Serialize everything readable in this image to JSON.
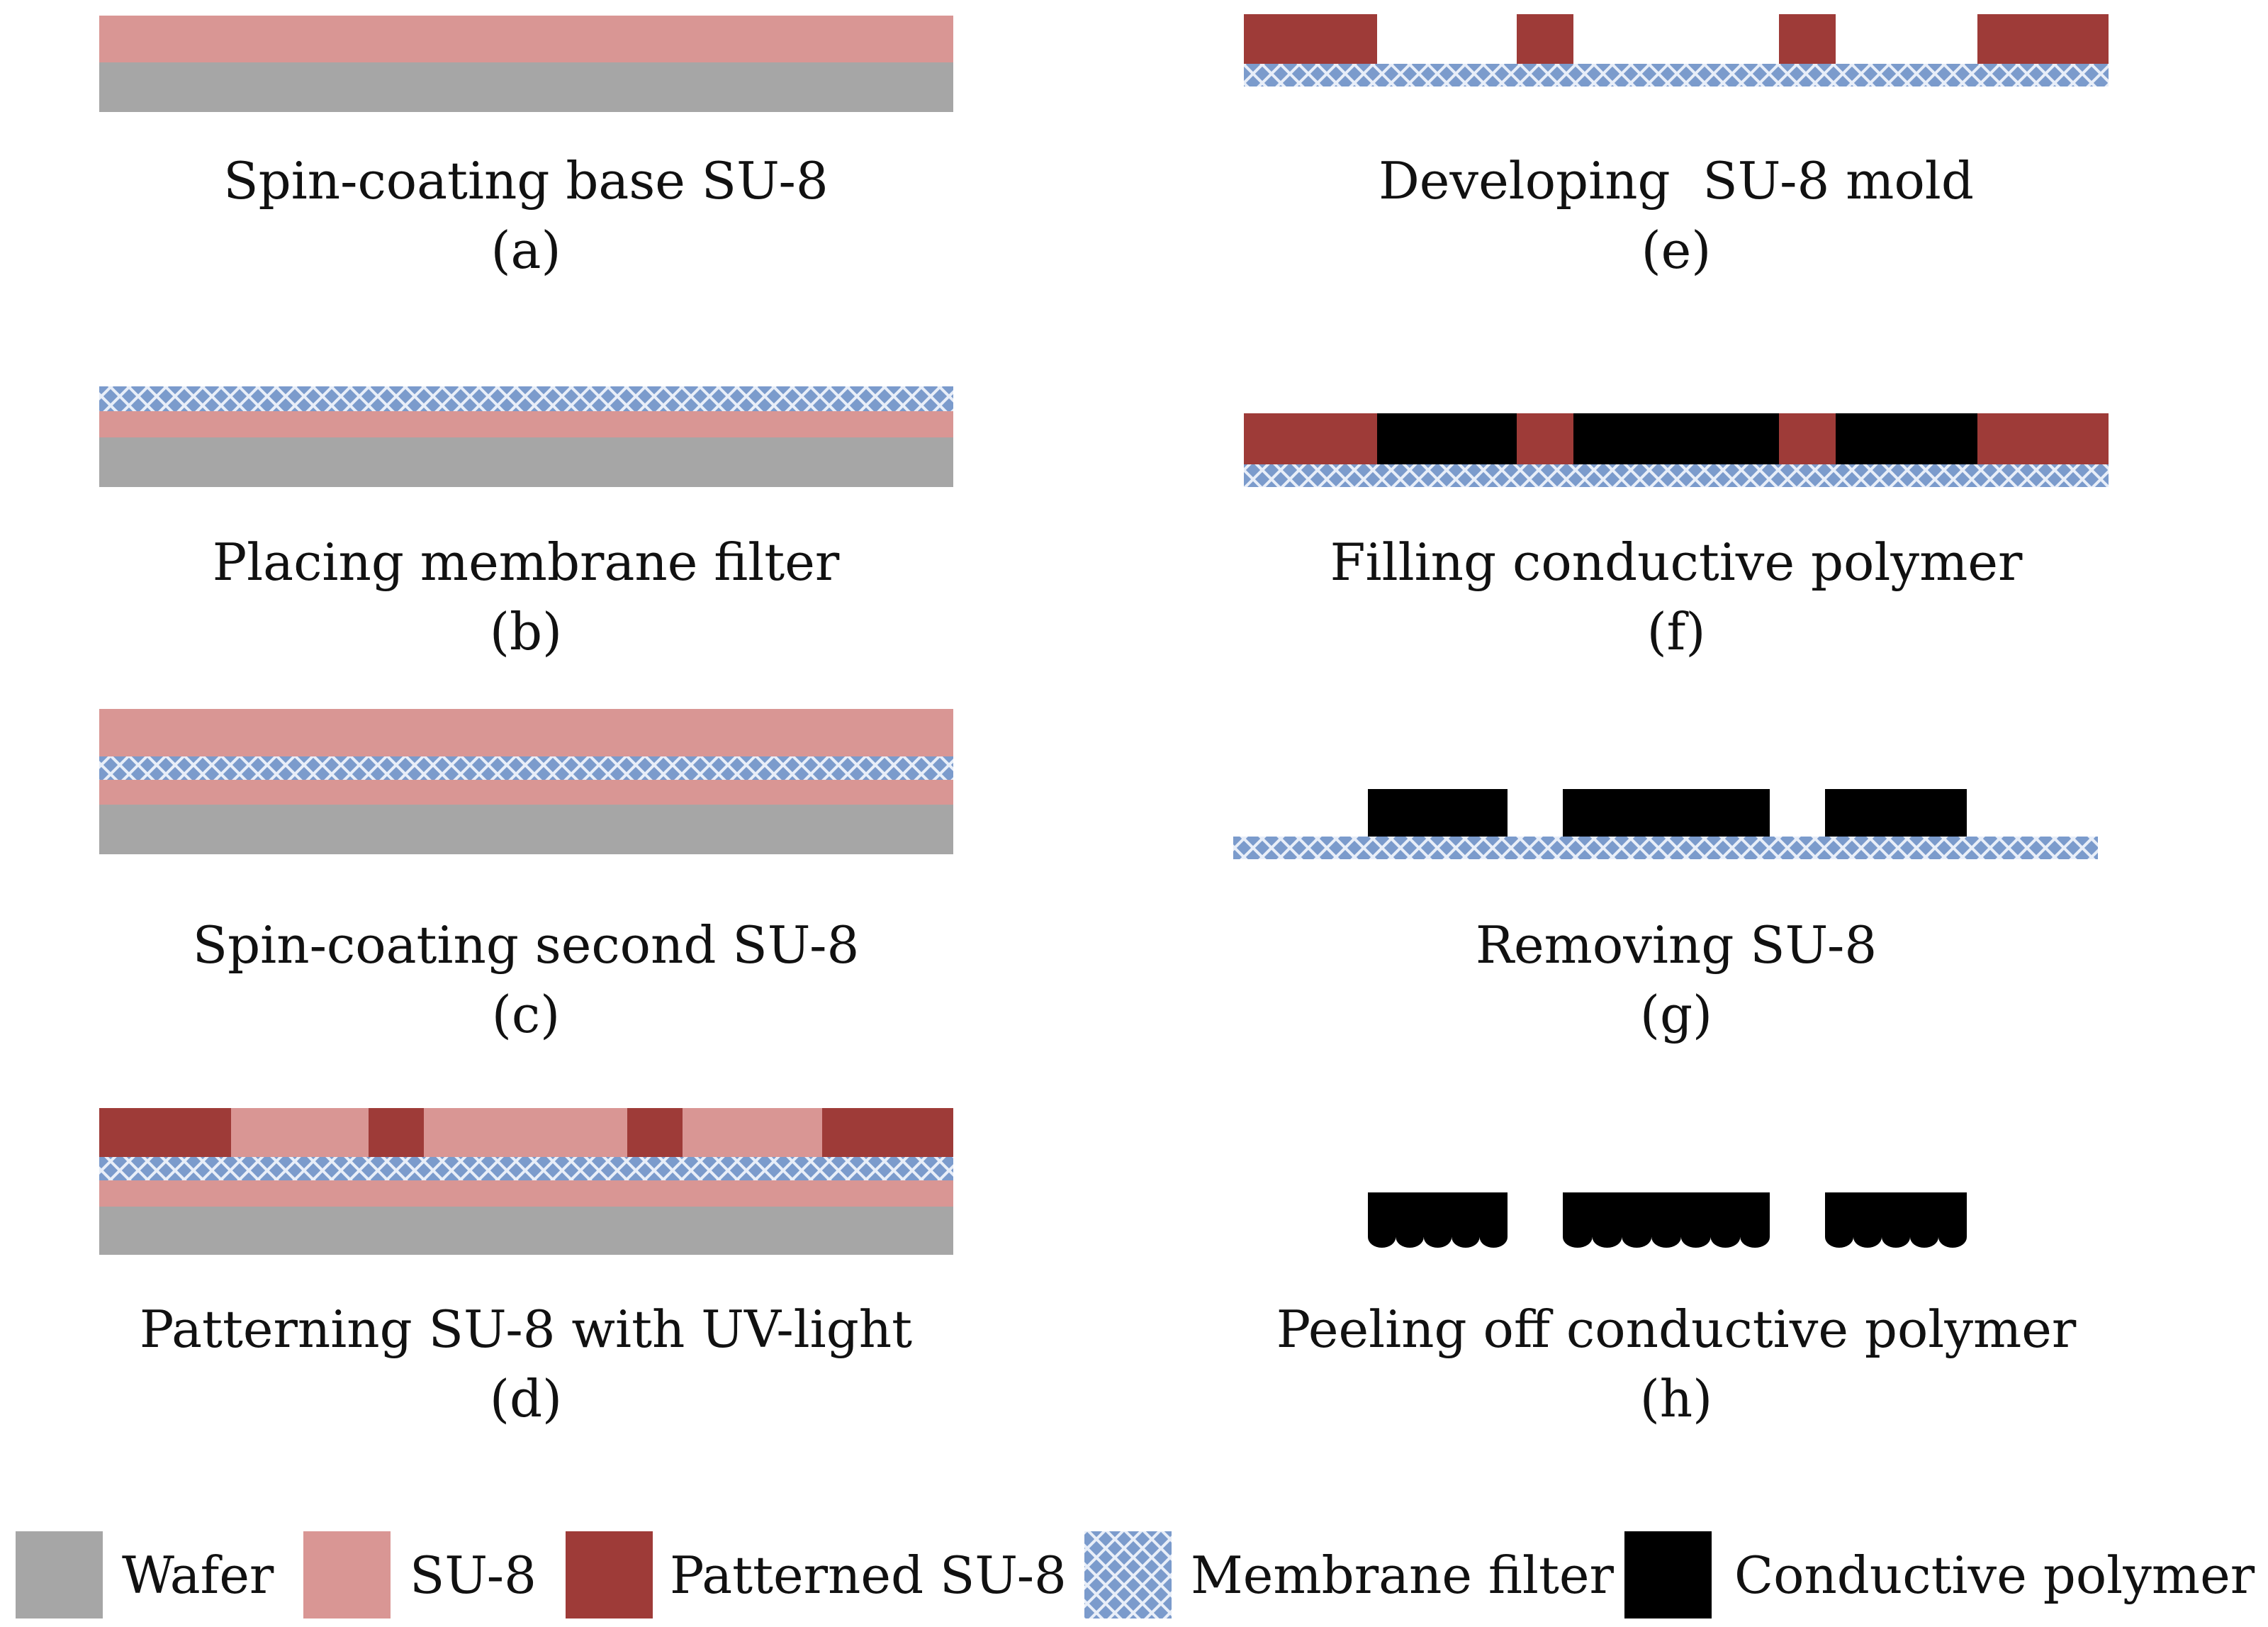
{
  "colors": {
    "wafer": "#a6a6a6",
    "su8": "#d99694",
    "patterned_su8": "#9e3b38",
    "membrane_filter": "#7b9bcc",
    "conductive_polymer": "#000000"
  },
  "steps": [
    {
      "id": "a",
      "caption": "Spin-coating base SU-8",
      "label": "(a)"
    },
    {
      "id": "b",
      "caption": "Placing membrane filter",
      "label": "(b)"
    },
    {
      "id": "c",
      "caption": "Spin-coating second SU-8",
      "label": "(c)"
    },
    {
      "id": "d",
      "caption": "Patterning SU-8 with UV-light",
      "label": "(d)"
    },
    {
      "id": "e",
      "caption": "Developing  SU-8 mold",
      "label": "(e)"
    },
    {
      "id": "f",
      "caption": "Filling conductive polymer",
      "label": "(f)"
    },
    {
      "id": "g",
      "caption": "Removing SU-8",
      "label": "(g)"
    },
    {
      "id": "h",
      "caption": "Peeling off conductive polymer",
      "label": "(h)"
    }
  ],
  "legend": [
    {
      "label": "Wafer",
      "icon": "wafer-swatch"
    },
    {
      "label": "SU-8",
      "icon": "su8-swatch"
    },
    {
      "label": "Patterned SU-8",
      "icon": "patterned-su8-swatch"
    },
    {
      "label": "Membrane filter",
      "icon": "membrane-filter-swatch"
    },
    {
      "label": "Conductive polymer",
      "icon": "conductive-polymer-swatch"
    }
  ]
}
